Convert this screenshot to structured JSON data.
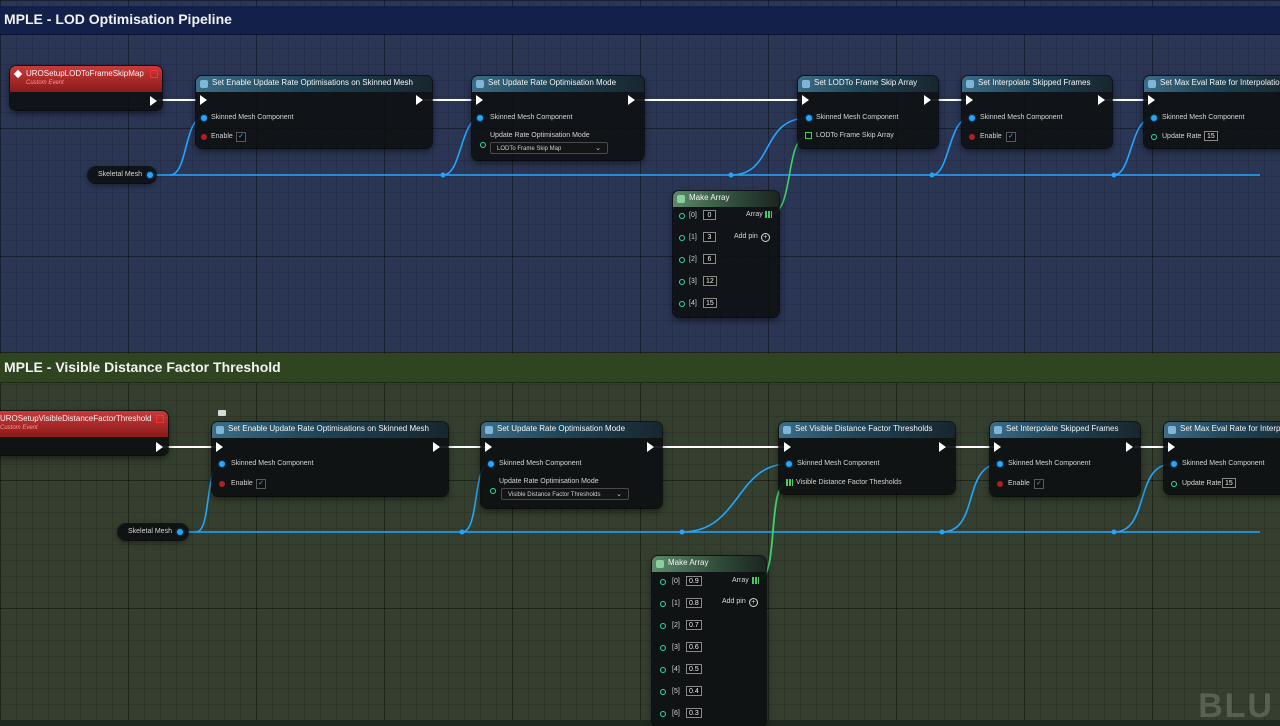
{
  "graph": {
    "watermark_text": "BLU",
    "colors": {
      "exec_wire": "#ffffff",
      "object_wire": "#24a6ff",
      "array_wire": "#3ad46a",
      "event_header": "#b52b2b"
    },
    "top": {
      "region_title": "MPLE - LOD Optimisation Pipeline",
      "event": {
        "title": "UROSetupLODToFrameSkipMap",
        "subtitle": "Custom Event"
      },
      "variable": {
        "label": "Skeletal Mesh"
      },
      "node1": {
        "title": "Set Enable Update Rate Optimisations on Skinned Mesh",
        "pin_target": "Skinned Mesh Component",
        "pin_enable": "Enable",
        "enable_checked": true,
        "check_glyph": "✓"
      },
      "node2": {
        "title": "Set Update Rate Optimisation Mode",
        "pin_target": "Skinned Mesh Component",
        "mode_label": "Update Rate Optimisation Mode",
        "mode_value": "LODTo Frame Skip Map",
        "chevron": "⌄"
      },
      "node3": {
        "title": "Set LODTo Frame Skip Array",
        "pin_target": "Skinned Mesh Component",
        "pin_array": "LODTo Frame Skip Array"
      },
      "node4": {
        "title": "Set Interpolate Skipped Frames",
        "pin_target": "Skinned Mesh Component",
        "pin_enable": "Enable",
        "enable_checked": true,
        "check_glyph": "✓"
      },
      "node5": {
        "title": "Set Max Eval Rate for Interpolation",
        "pin_target": "Skinned Mesh Component",
        "pin_rate": "Update Rate",
        "rate_value": "15"
      },
      "make_array": {
        "title": "Make Array",
        "output": "Array",
        "add_pin": "Add pin",
        "add_glyph": "+",
        "items": [
          {
            "index": "[0]",
            "value": "0"
          },
          {
            "index": "[1]",
            "value": "3"
          },
          {
            "index": "[2]",
            "value": "6"
          },
          {
            "index": "[3]",
            "value": "12"
          },
          {
            "index": "[4]",
            "value": "15"
          }
        ]
      }
    },
    "bottom": {
      "region_title": "MPLE - Visible Distance Factor Threshold",
      "event": {
        "title": "UROSetupVisibleDistanceFactorThreshold",
        "subtitle": "Custom Event"
      },
      "variable": {
        "label": "Skeletal Mesh"
      },
      "node1": {
        "title": "Set Enable Update Rate Optimisations on Skinned Mesh",
        "pin_target": "Skinned Mesh Component",
        "pin_enable": "Enable",
        "enable_checked": true,
        "check_glyph": "✓"
      },
      "node2": {
        "title": "Set Update Rate Optimisation Mode",
        "pin_target": "Skinned Mesh Component",
        "mode_label": "Update Rate Optimisation Mode",
        "mode_value": "Visible Distance Factor Thresholds",
        "chevron": "⌄"
      },
      "node3": {
        "title": "Set Visible Distance Factor Thresholds",
        "pin_target": "Skinned Mesh Component",
        "pin_array": "Visible Distance Factor Thesholds"
      },
      "node4": {
        "title": "Set Interpolate Skipped Frames",
        "pin_target": "Skinned Mesh Component",
        "pin_enable": "Enable",
        "enable_checked": true,
        "check_glyph": "✓"
      },
      "node5": {
        "title": "Set Max Eval Rate for Interpolation",
        "pin_target": "Skinned Mesh Component",
        "pin_rate": "Update Rate",
        "rate_value": "15"
      },
      "make_array": {
        "title": "Make Array",
        "output": "Array",
        "add_pin": "Add pin",
        "add_glyph": "+",
        "items": [
          {
            "index": "[0]",
            "value": "0.9"
          },
          {
            "index": "[1]",
            "value": "0.8"
          },
          {
            "index": "[2]",
            "value": "0.7"
          },
          {
            "index": "[3]",
            "value": "0.6"
          },
          {
            "index": "[4]",
            "value": "0.5"
          },
          {
            "index": "[5]",
            "value": "0.4"
          },
          {
            "index": "[6]",
            "value": "0.3"
          }
        ]
      }
    }
  }
}
